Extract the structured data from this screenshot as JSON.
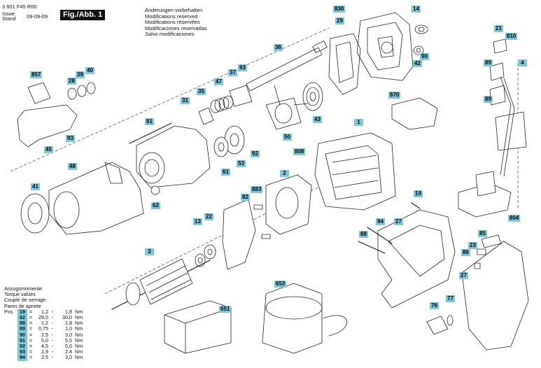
{
  "header": {
    "part_number": "3 601 F45 R00",
    "issue_label": "Issue",
    "stand_label": "Stand",
    "date": "09-09-09",
    "figure": "Fig./Abb. 1",
    "modifications": [
      "Änderungen vorbehalten",
      "Modifications reserved",
      "Modifications réservées",
      "Modificaciones reservadas",
      "Salvo modificaciones"
    ]
  },
  "torque": {
    "titles": [
      "Anzugsmomente",
      "Torque values",
      "Couple de serrage",
      "Pares de apriete"
    ],
    "pos_label": "Pos.",
    "rows": [
      {
        "pos": "19",
        "min": "1,2",
        "max": "1,8",
        "unit": "Nm"
      },
      {
        "pos": "62",
        "min": "28,0",
        "max": "30,0",
        "unit": "Nm"
      },
      {
        "pos": "88",
        "min": "1,2",
        "max": "1,8",
        "unit": "Nm"
      },
      {
        "pos": "89",
        "min": "0,75",
        "max": "1,0",
        "unit": "Nm"
      },
      {
        "pos": "90",
        "min": "2,5",
        "max": "3,0",
        "unit": "Nm"
      },
      {
        "pos": "91",
        "min": "5,0",
        "max": "5,5",
        "unit": "Nm"
      },
      {
        "pos": "92",
        "min": "4,5",
        "max": "5,0",
        "unit": "Nm"
      },
      {
        "pos": "93",
        "min": "1,9",
        "max": "2,4",
        "unit": "Nm"
      },
      {
        "pos": "94",
        "min": "2,5",
        "max": "3,0",
        "unit": "Nm"
      }
    ]
  },
  "callouts": {
    "c830": "830",
    "c14": "14",
    "c29": "29",
    "c21": "21",
    "c810": "810",
    "c36": "36",
    "c90": "90",
    "c42": "42",
    "c4": "4",
    "c89a": "89",
    "c857": "857",
    "c39": "39",
    "c40": "40",
    "c28": "28",
    "c37": "37",
    "c93a": "93",
    "c47": "47",
    "c35": "35",
    "c89b": "89",
    "c870": "870",
    "c31": "31",
    "c91": "91",
    "c43": "43",
    "c93b": "93",
    "c45": "45",
    "c50": "50",
    "c1": "1",
    "c808": "808",
    "c92": "92",
    "c61": "61",
    "c53": "53",
    "c48": "48",
    "c2": "2",
    "c41": "41",
    "c883": "883",
    "c82": "82",
    "c62": "62",
    "c19": "19",
    "c22": "22",
    "c13": "13",
    "c94": "94",
    "c27a": "27",
    "c804": "804",
    "c88": "88",
    "c3": "3",
    "c85": "85",
    "c23": "23",
    "c86": "86",
    "c27b": "27",
    "c653": "653",
    "c651": "651",
    "c76": "76",
    "c77": "77"
  }
}
